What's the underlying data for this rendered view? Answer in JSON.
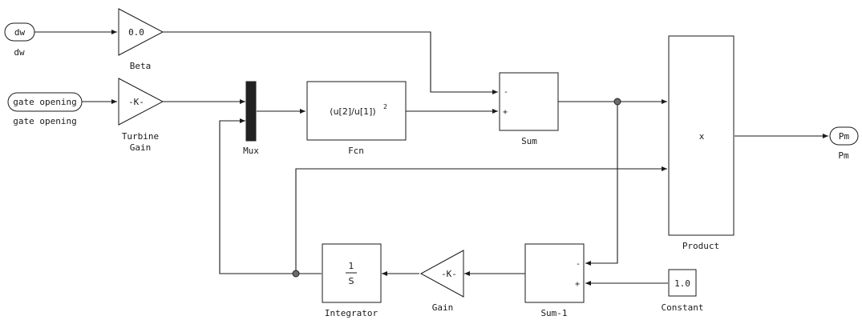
{
  "ports": {
    "dw": {
      "name": "dw",
      "label": "dw"
    },
    "gate_opening": {
      "name": "gate opening",
      "label": "gate opening"
    },
    "pm": {
      "name": "Pm",
      "label": "Pm"
    }
  },
  "blocks": {
    "beta": {
      "value": "0.0",
      "label": "Beta"
    },
    "turbine_gain": {
      "value": "-K-",
      "label_line1": "Turbine",
      "label_line2": "Gain"
    },
    "mux": {
      "label": "Mux"
    },
    "fcn": {
      "expr": "(u[2]/u[1])",
      "exponent": "2",
      "label": "Fcn"
    },
    "sum": {
      "sign_top": "-",
      "sign_bottom": "+",
      "label": "Sum"
    },
    "product": {
      "symbol": "x",
      "label": "Product"
    },
    "integrator": {
      "numerator": "1",
      "denominator": "S",
      "label": "Integrator"
    },
    "gain": {
      "value": "-K-",
      "label": "Gain"
    },
    "sum1": {
      "sign_top": "-",
      "sign_bottom": "+",
      "label": "Sum-1"
    },
    "constant": {
      "value": "1.0",
      "label": "Constant"
    }
  }
}
